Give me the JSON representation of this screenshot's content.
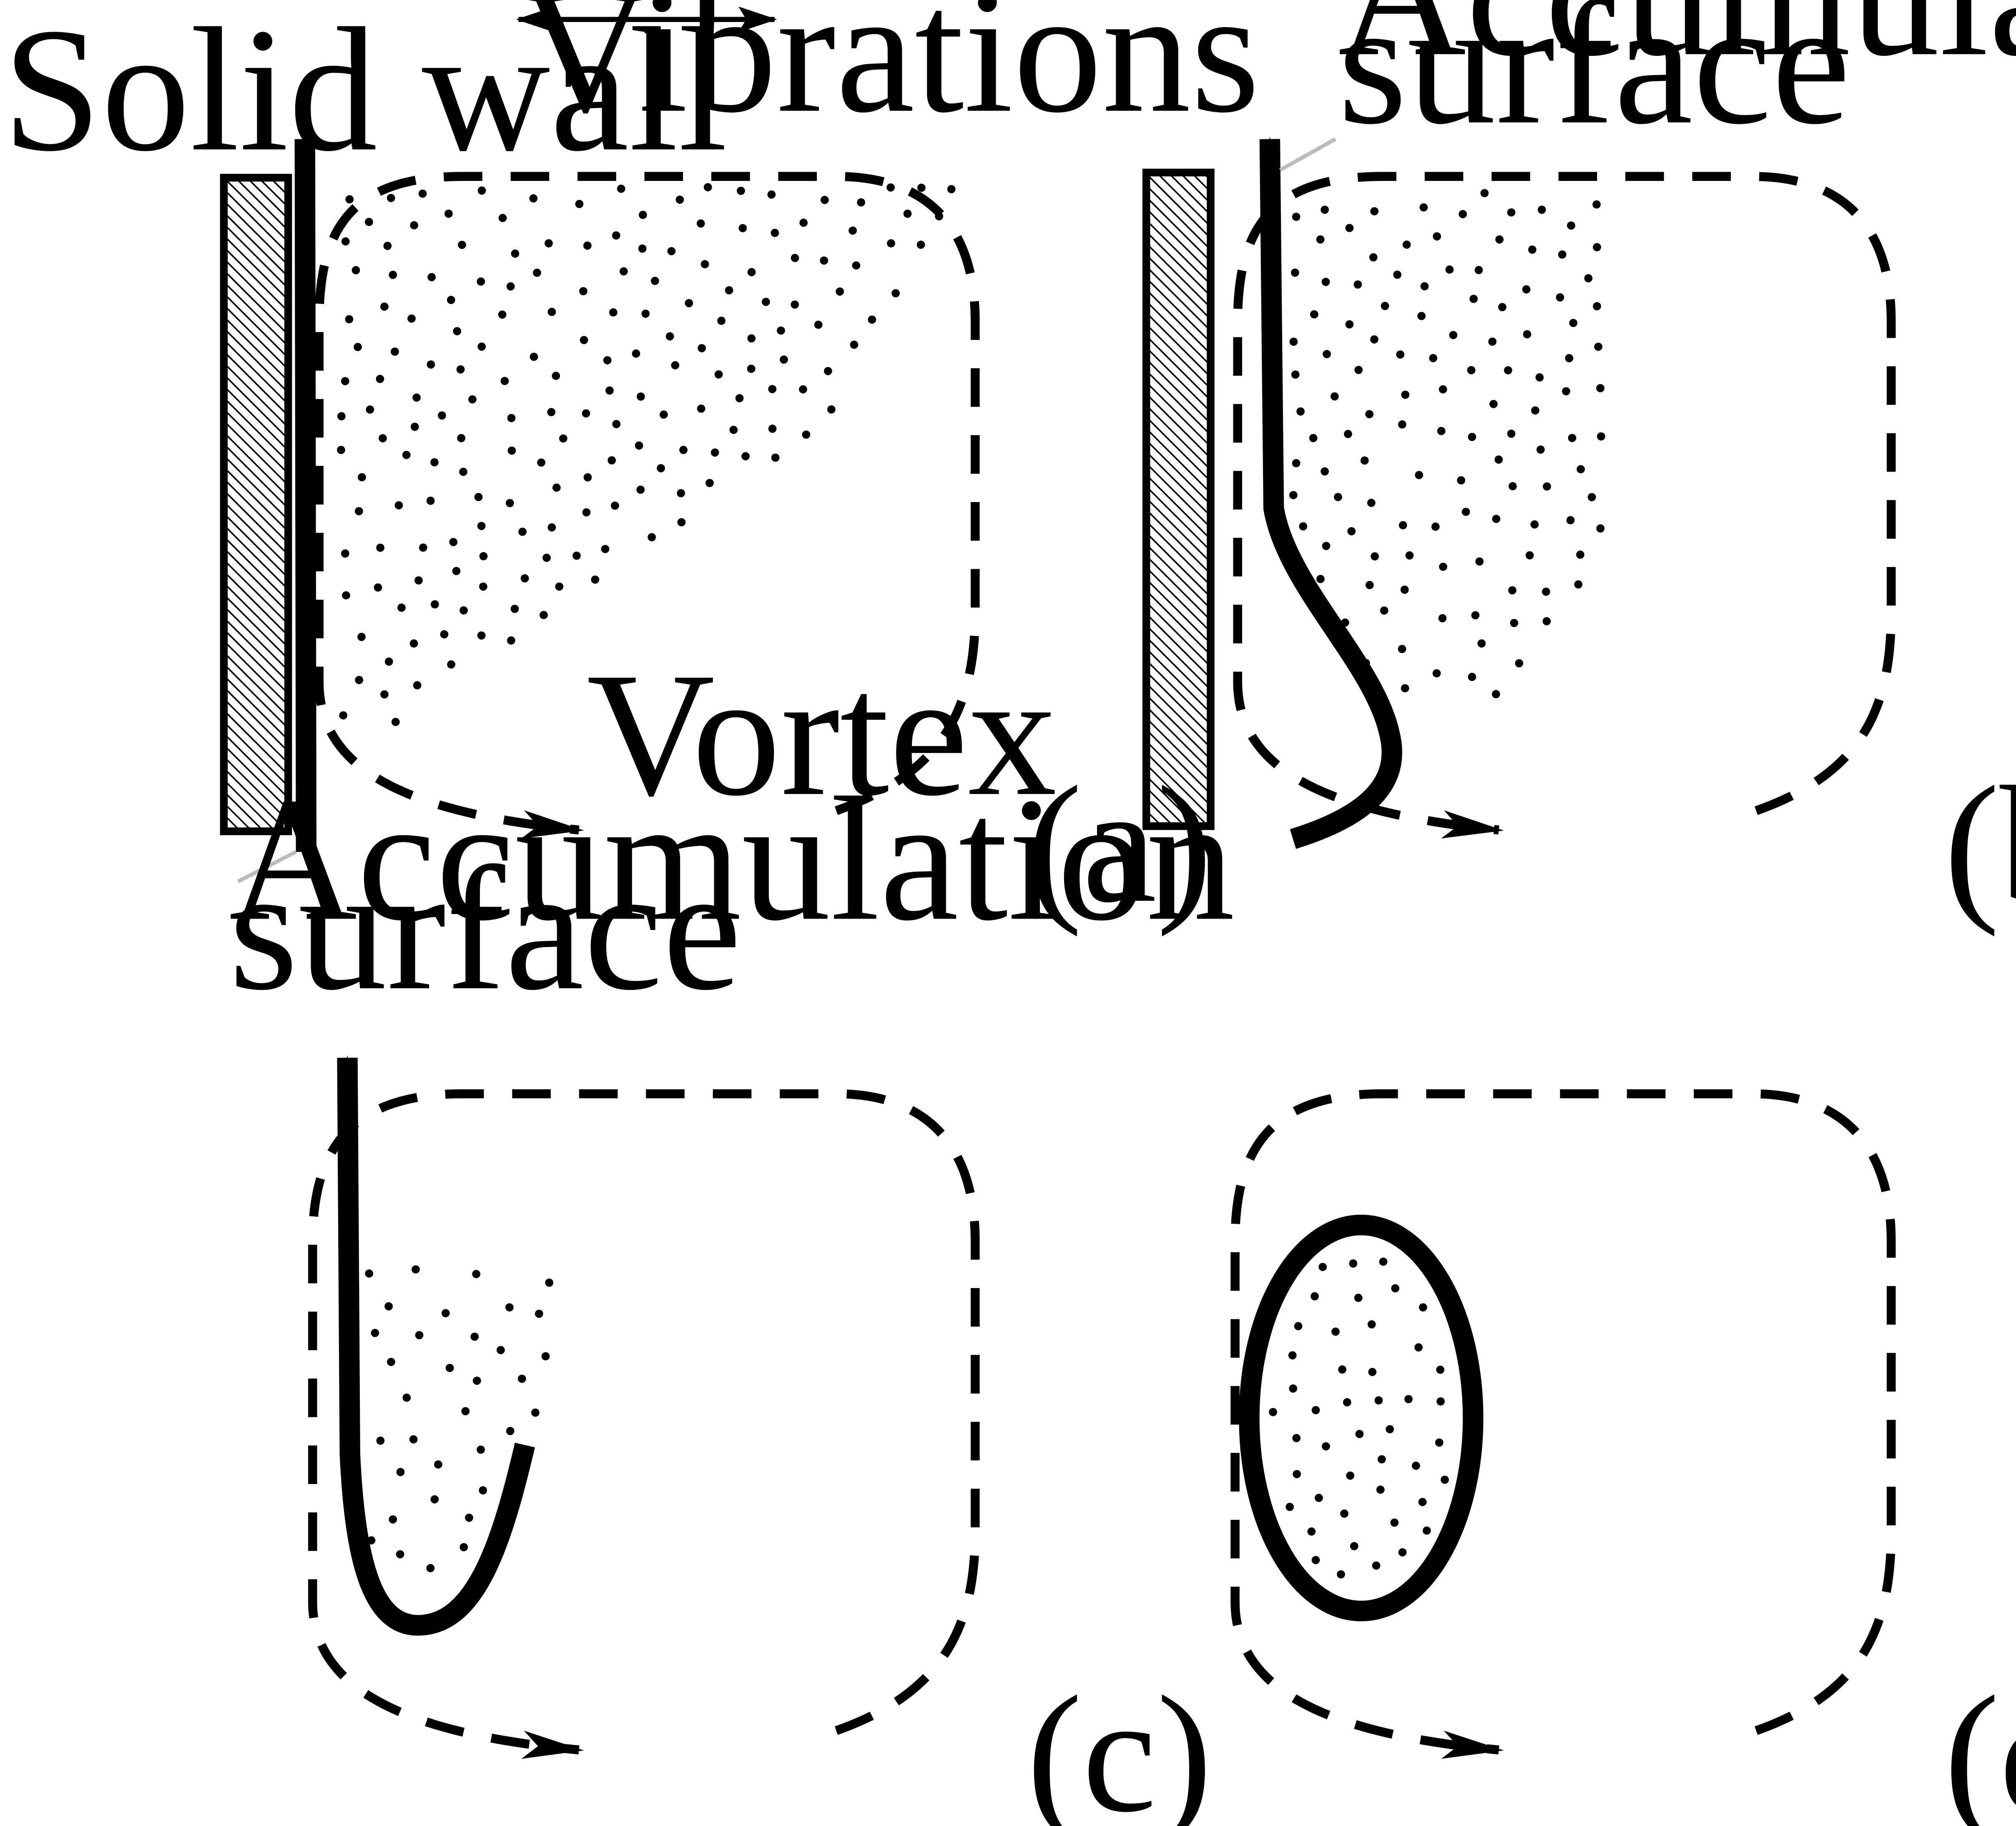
{
  "labels": {
    "vibrations": "Vibrations",
    "solid_wall": "Solid wall",
    "vortex": "Vortex",
    "accumulation_surface_a_line1": "Accumulation",
    "accumulation_surface_a_line2": "surface",
    "accumulation_surface_b_line1": "Accumulation",
    "accumulation_surface_b_line2": "surface"
  },
  "panels": [
    {
      "id": "a",
      "label": "(a)"
    },
    {
      "id": "b",
      "label": "(b)"
    },
    {
      "id": "c",
      "label": "(c)"
    },
    {
      "id": "d",
      "label": "(d)"
    }
  ],
  "colors": {
    "ink": "#000000",
    "background": "#ffffff",
    "leader": "#bbbbbb"
  }
}
